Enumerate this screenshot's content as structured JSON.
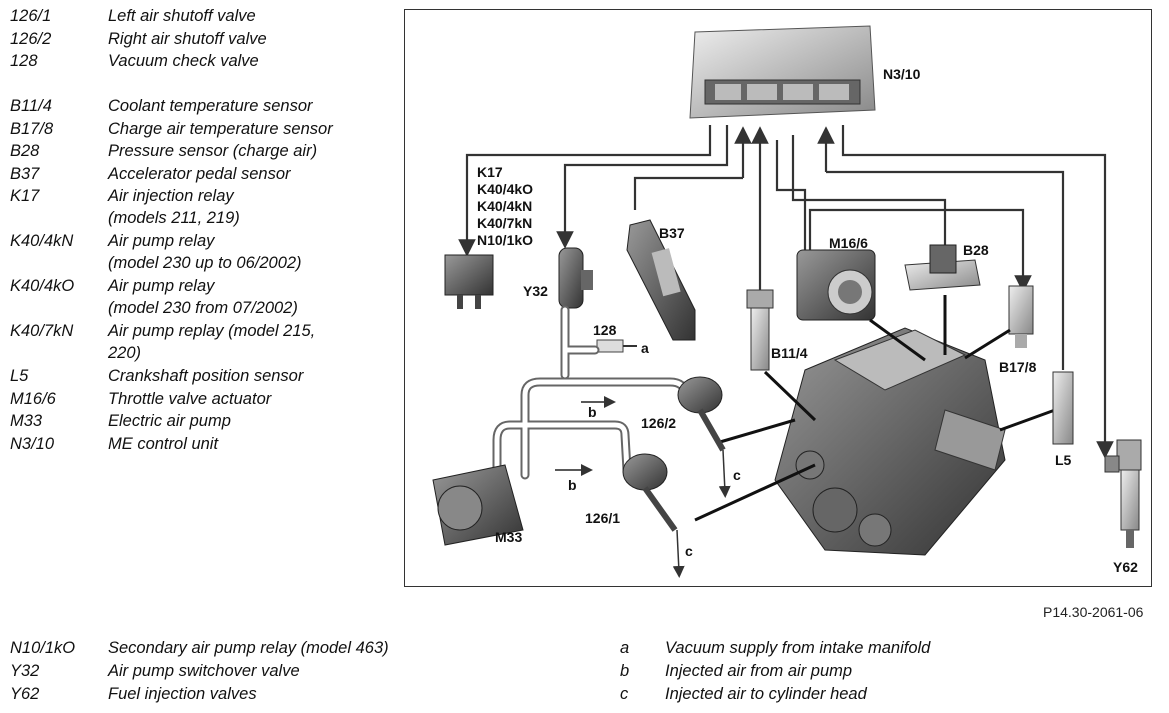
{
  "legend_top": [
    {
      "code": "126/1",
      "desc": "Left air shutoff valve"
    },
    {
      "code": "126/2",
      "desc": "Right air shutoff valve"
    },
    {
      "code": "128",
      "desc": "Vacuum check valve"
    },
    {
      "code": "B11/4",
      "desc": "Coolant temperature sensor"
    },
    {
      "code": "B17/8",
      "desc": "Charge air temperature sensor"
    },
    {
      "code": "B28",
      "desc": "Pressure sensor (charge air)"
    },
    {
      "code": "B37",
      "desc": "Accelerator pedal sensor"
    },
    {
      "code": "K17",
      "desc": "Air injection relay",
      "desc2": "(models 211, 219)"
    },
    {
      "code": "K40/4kN",
      "desc": "Air pump relay",
      "desc2": "(model 230 up to 06/2002)"
    },
    {
      "code": "K40/4kO",
      "desc": "Air pump relay",
      "desc2": "(model 230 from 07/2002)"
    },
    {
      "code": "K40/7kN",
      "desc": "Air pump replay (model 215,",
      "desc2": "220)"
    },
    {
      "code": "L5",
      "desc": "Crankshaft position sensor"
    },
    {
      "code": "M16/6",
      "desc": "Throttle valve actuator"
    },
    {
      "code": "M33",
      "desc": "Electric air pump"
    },
    {
      "code": "N3/10",
      "desc": "ME control unit"
    }
  ],
  "legend_bottom_left": [
    {
      "code": "N10/1kO",
      "desc": "Secondary air pump relay (model 463)"
    },
    {
      "code": "Y32",
      "desc": "Air pump switchover valve"
    },
    {
      "code": "Y62",
      "desc": "Fuel injection valves"
    }
  ],
  "legend_bottom_right": [
    {
      "code": "a",
      "desc": "Vacuum supply from intake manifold"
    },
    {
      "code": "b",
      "desc": "Injected air from air pump"
    },
    {
      "code": "c",
      "desc": "Injected air to cylinder head"
    }
  ],
  "figure_ref": "P14.30-2061-06",
  "diagram_labels": {
    "n3_10": "N3/10",
    "relay_group": [
      "K17",
      "K40/4kO",
      "K40/4kN",
      "K40/7kN",
      "N10/1kO"
    ],
    "b37": "B37",
    "m16_6": "M16/6",
    "b28": "B28",
    "y32": "Y32",
    "v128": "128",
    "a": "a",
    "b11_4": "B11/4",
    "b17_8": "B17/8",
    "b_upper": "b",
    "v126_2": "126/2",
    "c_upper": "c",
    "b_lower": "b",
    "v126_1": "126/1",
    "c_lower": "c",
    "l5": "L5",
    "m33": "M33",
    "y62": "Y62"
  }
}
